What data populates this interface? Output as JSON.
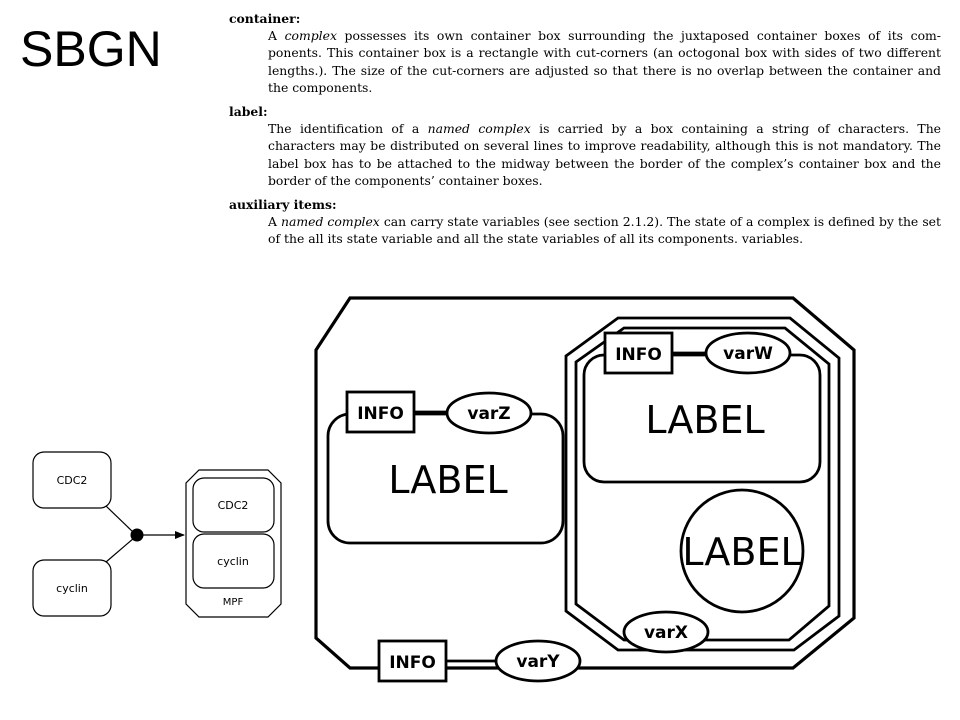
{
  "slide": {
    "title": "SBGN"
  },
  "glossary": [
    {
      "term": "container:",
      "parts": [
        "A ",
        {
          "em": "complex"
        },
        " possesses its own container box surrounding the juxtaposed container boxes of its com-ponents. This container box is a rectangle with cut-corners (an octogonal box with sides of two different lengths.). The size of the cut-corners are adjusted so that there is no overlap between the container and the components."
      ]
    },
    {
      "term": "label:",
      "parts": [
        "The identification of a ",
        {
          "em": "named complex"
        },
        " is carried by a box containing a string of characters. The characters may be distributed on several lines to improve readability, although this is not mandatory. The label box has to be attached to the midway between the border of the complex’s container box and the border of the components’ container boxes."
      ]
    },
    {
      "term": "auxiliary items:",
      "parts": [
        "A ",
        {
          "em": "named complex"
        },
        " can carry state variables (see section 2.1.2). The state of a complex is defined by the set of the all its state variable and all the state variables of all its components. variables."
      ]
    }
  ],
  "example": {
    "input_1": "CDC2",
    "input_2": "cyclin",
    "complex_member_1": "CDC2",
    "complex_member_2": "cyclin",
    "complex_label": "MPF"
  },
  "schema": {
    "info": "INFO",
    "label": "LABEL",
    "var_z": "varZ",
    "var_w": "varW",
    "var_x": "varX",
    "var_y": "varY"
  },
  "colors": {
    "stroke": "#000000",
    "fill": "#ffffff"
  }
}
